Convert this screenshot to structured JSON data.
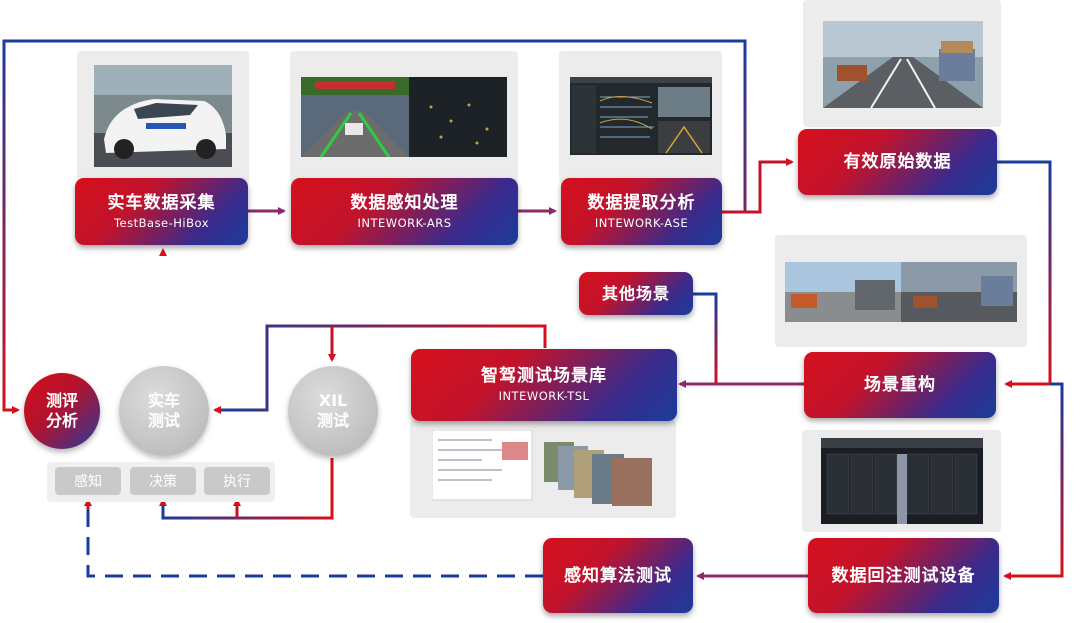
{
  "boxes": {
    "real_car_collect": {
      "title": "实车数据采集",
      "subtitle": "TestBase-HiBox"
    },
    "perception_proc": {
      "title": "数据感知处理",
      "subtitle": "INTEWORK-ARS"
    },
    "extract_analysis": {
      "title": "数据提取分析",
      "subtitle": "INTEWORK-ASE"
    },
    "valid_raw_data": {
      "title": "有效原始数据"
    },
    "other_scenes": {
      "title": "其他场景"
    },
    "scenario_library": {
      "title": "智驾测试场景库",
      "subtitle": "INTEWORK-TSL"
    },
    "scene_rebuild": {
      "title": "场景重构"
    },
    "replay_equipment": {
      "title": "数据回注测试设备"
    },
    "perception_algo_test": {
      "title": "感知算法测试"
    }
  },
  "circles": {
    "evaluation": "测评\n分析",
    "real_car_test": "实车\n测试",
    "xil_test": "XIL\n测试"
  },
  "chips": [
    "感知",
    "决策",
    "执行"
  ],
  "colors": {
    "red": "#d5101c",
    "blue": "#1b3c9b",
    "gray": "#c4c4c4"
  }
}
